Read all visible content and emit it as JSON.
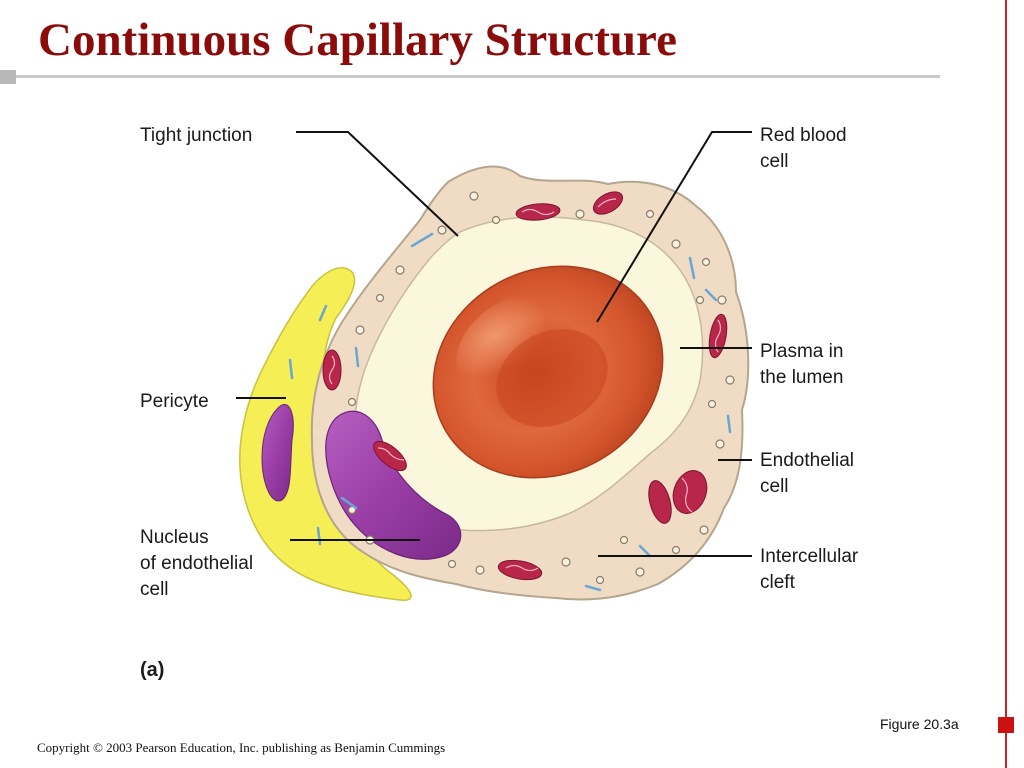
{
  "slide": {
    "title": "Continuous Capillary Structure",
    "figure_ref": "Figure 20.3a",
    "copyright": "Copyright © 2003 Pearson Education, Inc. publishing as Benjamin Cummings"
  },
  "diagram": {
    "labels": {
      "tight_junction": "Tight junction",
      "red_blood_cell_1": "Red blood",
      "red_blood_cell_2": "cell",
      "plasma_1": "Plasma in",
      "plasma_2": "the lumen",
      "pericyte": "Pericyte",
      "endothelial_1": "Endothelial",
      "endothelial_2": "cell",
      "nucleus_1": "Nucleus",
      "nucleus_2": "of endothelial",
      "nucleus_3": "cell",
      "intercellular_1": "Intercellular",
      "intercellular_2": "cleft",
      "panel": "(a)"
    }
  },
  "colors": {
    "title": "#8b0a0a",
    "accent_red": "#cc1111",
    "endothelium": "#f0dcc4",
    "lumen": "#fbf7dc",
    "pericyte": "#f5ef55",
    "nucleus": "#9a3ea6",
    "red_blood_cell": "#d9552e",
    "mitochondria": "#b8264a"
  }
}
